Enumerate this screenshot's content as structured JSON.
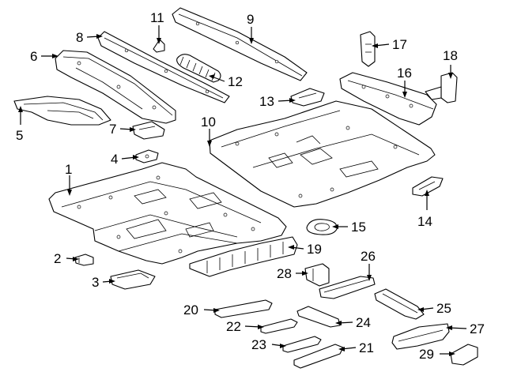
{
  "diagram": {
    "callouts": [
      {
        "id": "1",
        "label": "1",
        "part": "floor-pan-front"
      },
      {
        "id": "2",
        "label": "2",
        "part": "bracket"
      },
      {
        "id": "3",
        "label": "3",
        "part": "reinforcement"
      },
      {
        "id": "4",
        "label": "4",
        "part": "bracket"
      },
      {
        "id": "5",
        "label": "5",
        "part": "wheelhouse-panel"
      },
      {
        "id": "6",
        "label": "6",
        "part": "side-sill-extension"
      },
      {
        "id": "7",
        "label": "7",
        "part": "patch-plate"
      },
      {
        "id": "8",
        "label": "8",
        "part": "floor-side-member"
      },
      {
        "id": "9",
        "label": "9",
        "part": "rocker-reinforcement"
      },
      {
        "id": "10",
        "label": "10",
        "part": "floor-pan-rear"
      },
      {
        "id": "11",
        "label": "11",
        "part": "gusset"
      },
      {
        "id": "12",
        "label": "12",
        "part": "insulator"
      },
      {
        "id": "13",
        "label": "13",
        "part": "bracket"
      },
      {
        "id": "14",
        "label": "14",
        "part": "bracket"
      },
      {
        "id": "15",
        "label": "15",
        "part": "plug-seal"
      },
      {
        "id": "16",
        "label": "16",
        "part": "rear-crossmember"
      },
      {
        "id": "17",
        "label": "17",
        "part": "bracket"
      },
      {
        "id": "18",
        "label": "18",
        "part": "bracket"
      },
      {
        "id": "19",
        "label": "19",
        "part": "crossmember"
      },
      {
        "id": "20",
        "label": "20",
        "part": "reinforcement"
      },
      {
        "id": "21",
        "label": "21",
        "part": "reinforcement"
      },
      {
        "id": "22",
        "label": "22",
        "part": "reinforcement"
      },
      {
        "id": "23",
        "label": "23",
        "part": "reinforcement"
      },
      {
        "id": "24",
        "label": "24",
        "part": "reinforcement"
      },
      {
        "id": "25",
        "label": "25",
        "part": "rail"
      },
      {
        "id": "26",
        "label": "26",
        "part": "rail"
      },
      {
        "id": "27",
        "label": "27",
        "part": "rail"
      },
      {
        "id": "28",
        "label": "28",
        "part": "bracket"
      },
      {
        "id": "29",
        "label": "29",
        "part": "bracket"
      }
    ]
  }
}
